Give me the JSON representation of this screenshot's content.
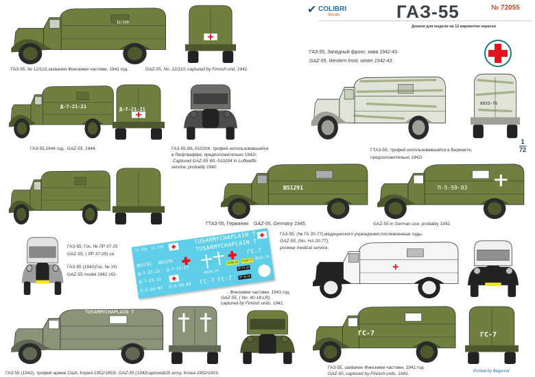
{
  "header": {
    "logo_text": "COLIBRI",
    "logo_sub": "decals",
    "title": "ГАЗ-55",
    "catalog_number": "№ 72055",
    "subtitle": "Декали для модели на 12 вариантов окраски",
    "scale_num": "1",
    "scale_den": "72"
  },
  "colors": {
    "olive": "#6e7f3f",
    "grey_olive": "#8b9478",
    "grey": "#7a7a72",
    "light": "#e6e6e6",
    "white": "#f5f5f5",
    "winter": "#dfe4d6",
    "decal": "#5fcfe9"
  },
  "captions": {
    "c1_ru": ".ГАЗ-55, № 12/110,захвачен Финскими частями, 1941 год.",
    "c1_en": "GAZ-55, No. 12/110, captured by Finnish unit, 1941.",
    "c2_ru": "ГАЗ-55, Западный фронт, зима 1942-43.",
    "c2_en": "GAZ-55, Western front, winter 1942-43.",
    "c3": "ГАЗ-55,1944 год.",
    "c3_en": "GAZ-55, 1944.",
    "c4_ru1": "ГАЗ-55,WL-510204, трофей использовавшийся",
    "c4_ru2": "в Люфтваффе, предположительно 1942г.",
    "c4_en1": "Captured GAZ-55 WL-510204 in Luftwaffe",
    "c4_en2": "service, probably 1942.",
    "c5_ru1": "ГТАЗ-55, трофей использовавшийся в Вермахте,",
    "c5_ru2": "предположительно 1942г.",
    "c6_ru": "ГТАЗ-55, Германия",
    "c6_en": "GAZ-55, Germany 1945.",
    "c7": "GAZ-55 in German use, probably 1942.",
    "c8_ru": "ГАЗ-55,  Гос. № ЛР 37-25",
    "c8_en": "GAZ-55, ( ЛР 37-25) ca",
    "c9_ru": "ГАЗ-55 (1942)Гос. № УО",
    "c9_en": "GAZ-55 model 1942 UO-",
    "c10_ru": "ГАЗ-55, (№ ГА 20-77),медицинского учреждения,послевоенные годы.",
    "c10_en1": "GAZ-55, (No. НА 20-77),",
    "c10_en2": "postwar medical service.",
    "c11_ru": "...Финскими частями, 1941 год.",
    "c11_en1": "GAZ-55, ( No. 40-18 LR),",
    "c11_en2": "captured by Finnish units, 1941.",
    "c12_ru": "ГАЗ-55 (1942), трофей армии США, Корея 1952/1953г.",
    "c12_en": "GAZ-55 (1942capturedUS army, Korea 1952/1953.",
    "c13_ru": "ГАЗ-55, захвачен Финскими частями, 1941 год.",
    "c13_en": "GAZ-55, captured by Finnish units, 1941."
  },
  "markings": {
    "m_1221": "Д-7-21-21",
    "wl": "Ш51291",
    "p559": "П-5-59-83",
    "gs7": "ГС-7",
    "chaplain": "TUSARMYCHAPLAIN T",
    "plate_4018": "ЛР 40-18",
    "plate_2077": "ГА20-77",
    "plate_uo": "УО98-18",
    "winter_no": "6033-76",
    "no_12110": "12/110"
  },
  "decal": {
    "chaplain": "TUSARMYCHAPLAIN T",
    "gs7": "ГС-7",
    "wl": "Ш51291",
    "d1221": "Д-7-21-21",
    "p559": "П-5-59-83",
    "n6033": "6033-76",
    "n12110": "12 110",
    "lr4018": "ЛР 40-18",
    "lr3725": "ЛР 37-25",
    "ga2077": "ГА20-77",
    "uo": "УО98-18"
  },
  "footer": {
    "printed_by": "Printed by Begemot"
  }
}
